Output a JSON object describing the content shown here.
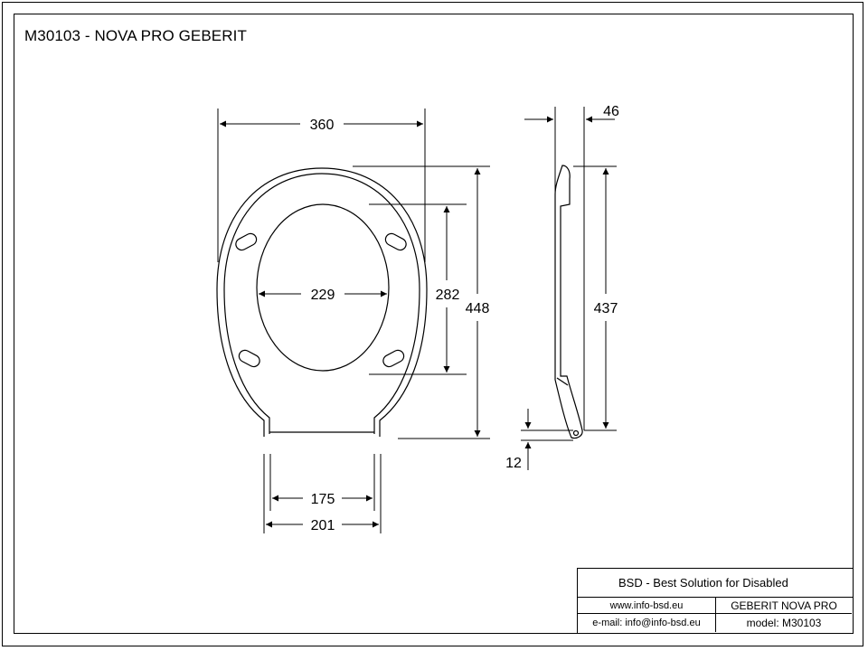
{
  "title": "M30103 - NOVA PRO GEBERIT",
  "dimensions": {
    "outer_width": "360",
    "inner_width": "229",
    "inner_length": "282",
    "total_length": "448",
    "hinge_inner": "175",
    "hinge_outer": "201",
    "side_thickness": "46",
    "side_length": "437",
    "side_bottom": "12"
  },
  "title_block": {
    "company": "BSD - Best Solution for Disabled",
    "website": "www.info-bsd.eu",
    "email": "e-mail: info@info-bsd.eu",
    "product": "GEBERIT NOVA PRO",
    "model": "model: M30103"
  }
}
